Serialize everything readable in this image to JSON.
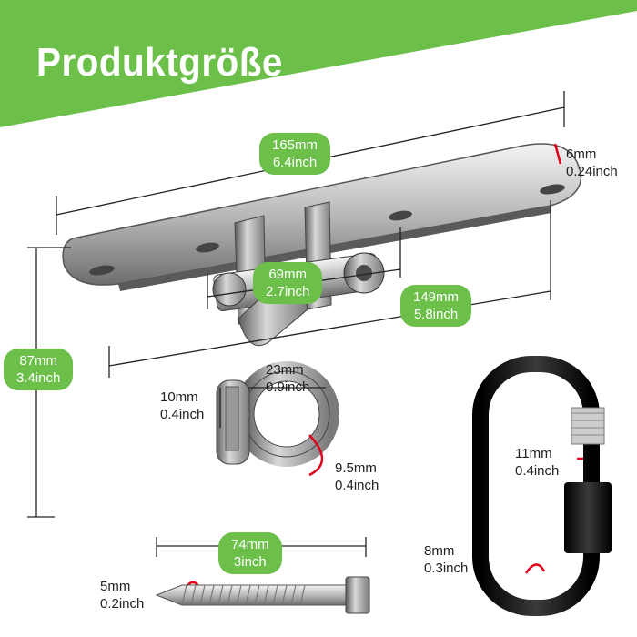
{
  "title": "Produktgröße",
  "colors": {
    "accent": "#6cc04a",
    "dimension_line": "#222222",
    "marker": "#e0001a"
  },
  "dimensions": {
    "plate_length": {
      "mm": "165mm",
      "inch": "6.4inch"
    },
    "plate_thickness": {
      "mm": "6mm",
      "inch": "0.24inch"
    },
    "bracket_width": {
      "mm": "69mm",
      "inch": "2.7inch"
    },
    "hole_spacing": {
      "mm": "149mm",
      "inch": "5.8inch"
    },
    "total_height": {
      "mm": "87mm",
      "inch": "3.4inch"
    },
    "ring_outer": {
      "mm": "23mm",
      "inch": "0.9inch"
    },
    "ring_opening": {
      "mm": "10mm",
      "inch": "0.4inch"
    },
    "ring_wire": {
      "mm": "9.5mm",
      "inch": "0.4inch"
    },
    "screw_length": {
      "mm": "74mm",
      "inch": "3inch"
    },
    "screw_diameter": {
      "mm": "5mm",
      "inch": "0.2inch"
    },
    "link_gap": {
      "mm": "11mm",
      "inch": "0.4inch"
    },
    "link_wire": {
      "mm": "8mm",
      "inch": "0.3inch"
    }
  }
}
